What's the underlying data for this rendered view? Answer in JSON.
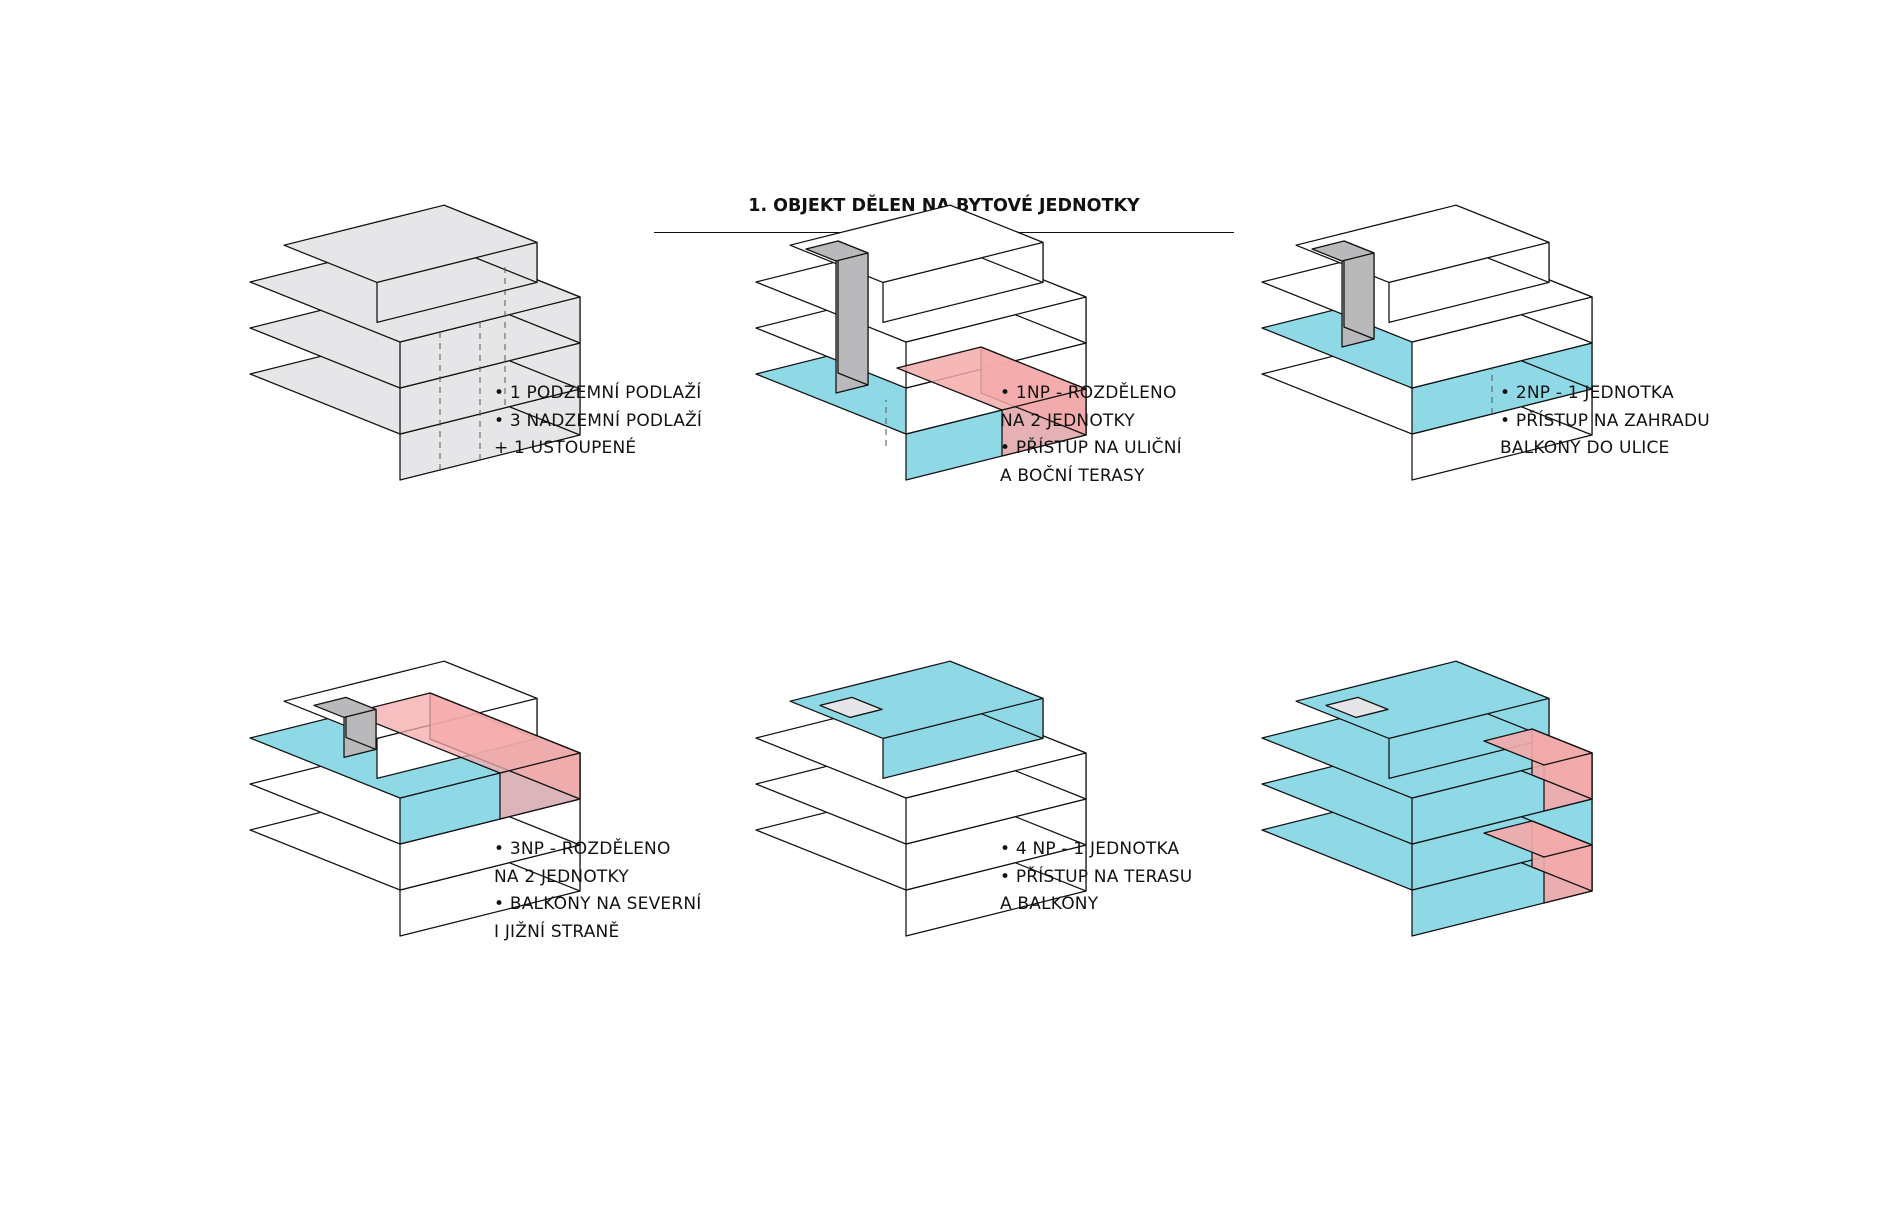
{
  "title": "1. OBJEKT DĚLEN NA BYTOVÉ JEDNOTKY",
  "colors": {
    "blue": "#8fd8e6",
    "light_blue": "#d8f0f6",
    "red": "#f4aaaa",
    "light_red": "#fde2e2",
    "gray": "#e6e6e8",
    "dark_gray": "#b9b9bb"
  },
  "diagrams": [
    {
      "lines": [
        "• 1 PODZEMNÍ PODLAŽÍ",
        "• 3 NADZEMNÍ PODLAŽÍ",
        "+ 1 USTOUPENÉ"
      ]
    },
    {
      "lines": [
        "• 1NP - ROZDĚLENO",
        "NA 2 JEDNOTKY",
        "• PŘÍSTUP NA ULIČNÍ",
        "A BOČNÍ TERASY"
      ]
    },
    {
      "lines": [
        "• 2NP - 1 JEDNOTKA",
        "• PŘÍSTUP NA ZAHRADU",
        "BALKONY DO ULICE"
      ]
    },
    {
      "lines": [
        "• 3NP - ROZDĚLENO",
        "NA 2 JEDNOTKY",
        "• BALKONY NA SEVERNÍ",
        "I JIŽNÍ STRANĚ"
      ]
    },
    {
      "lines": [
        "• 4 NP - 1 JEDNOTKA",
        "• PŘÍSTUP NA TERASU",
        "A BALKONY"
      ]
    },
    {
      "lines": []
    }
  ]
}
